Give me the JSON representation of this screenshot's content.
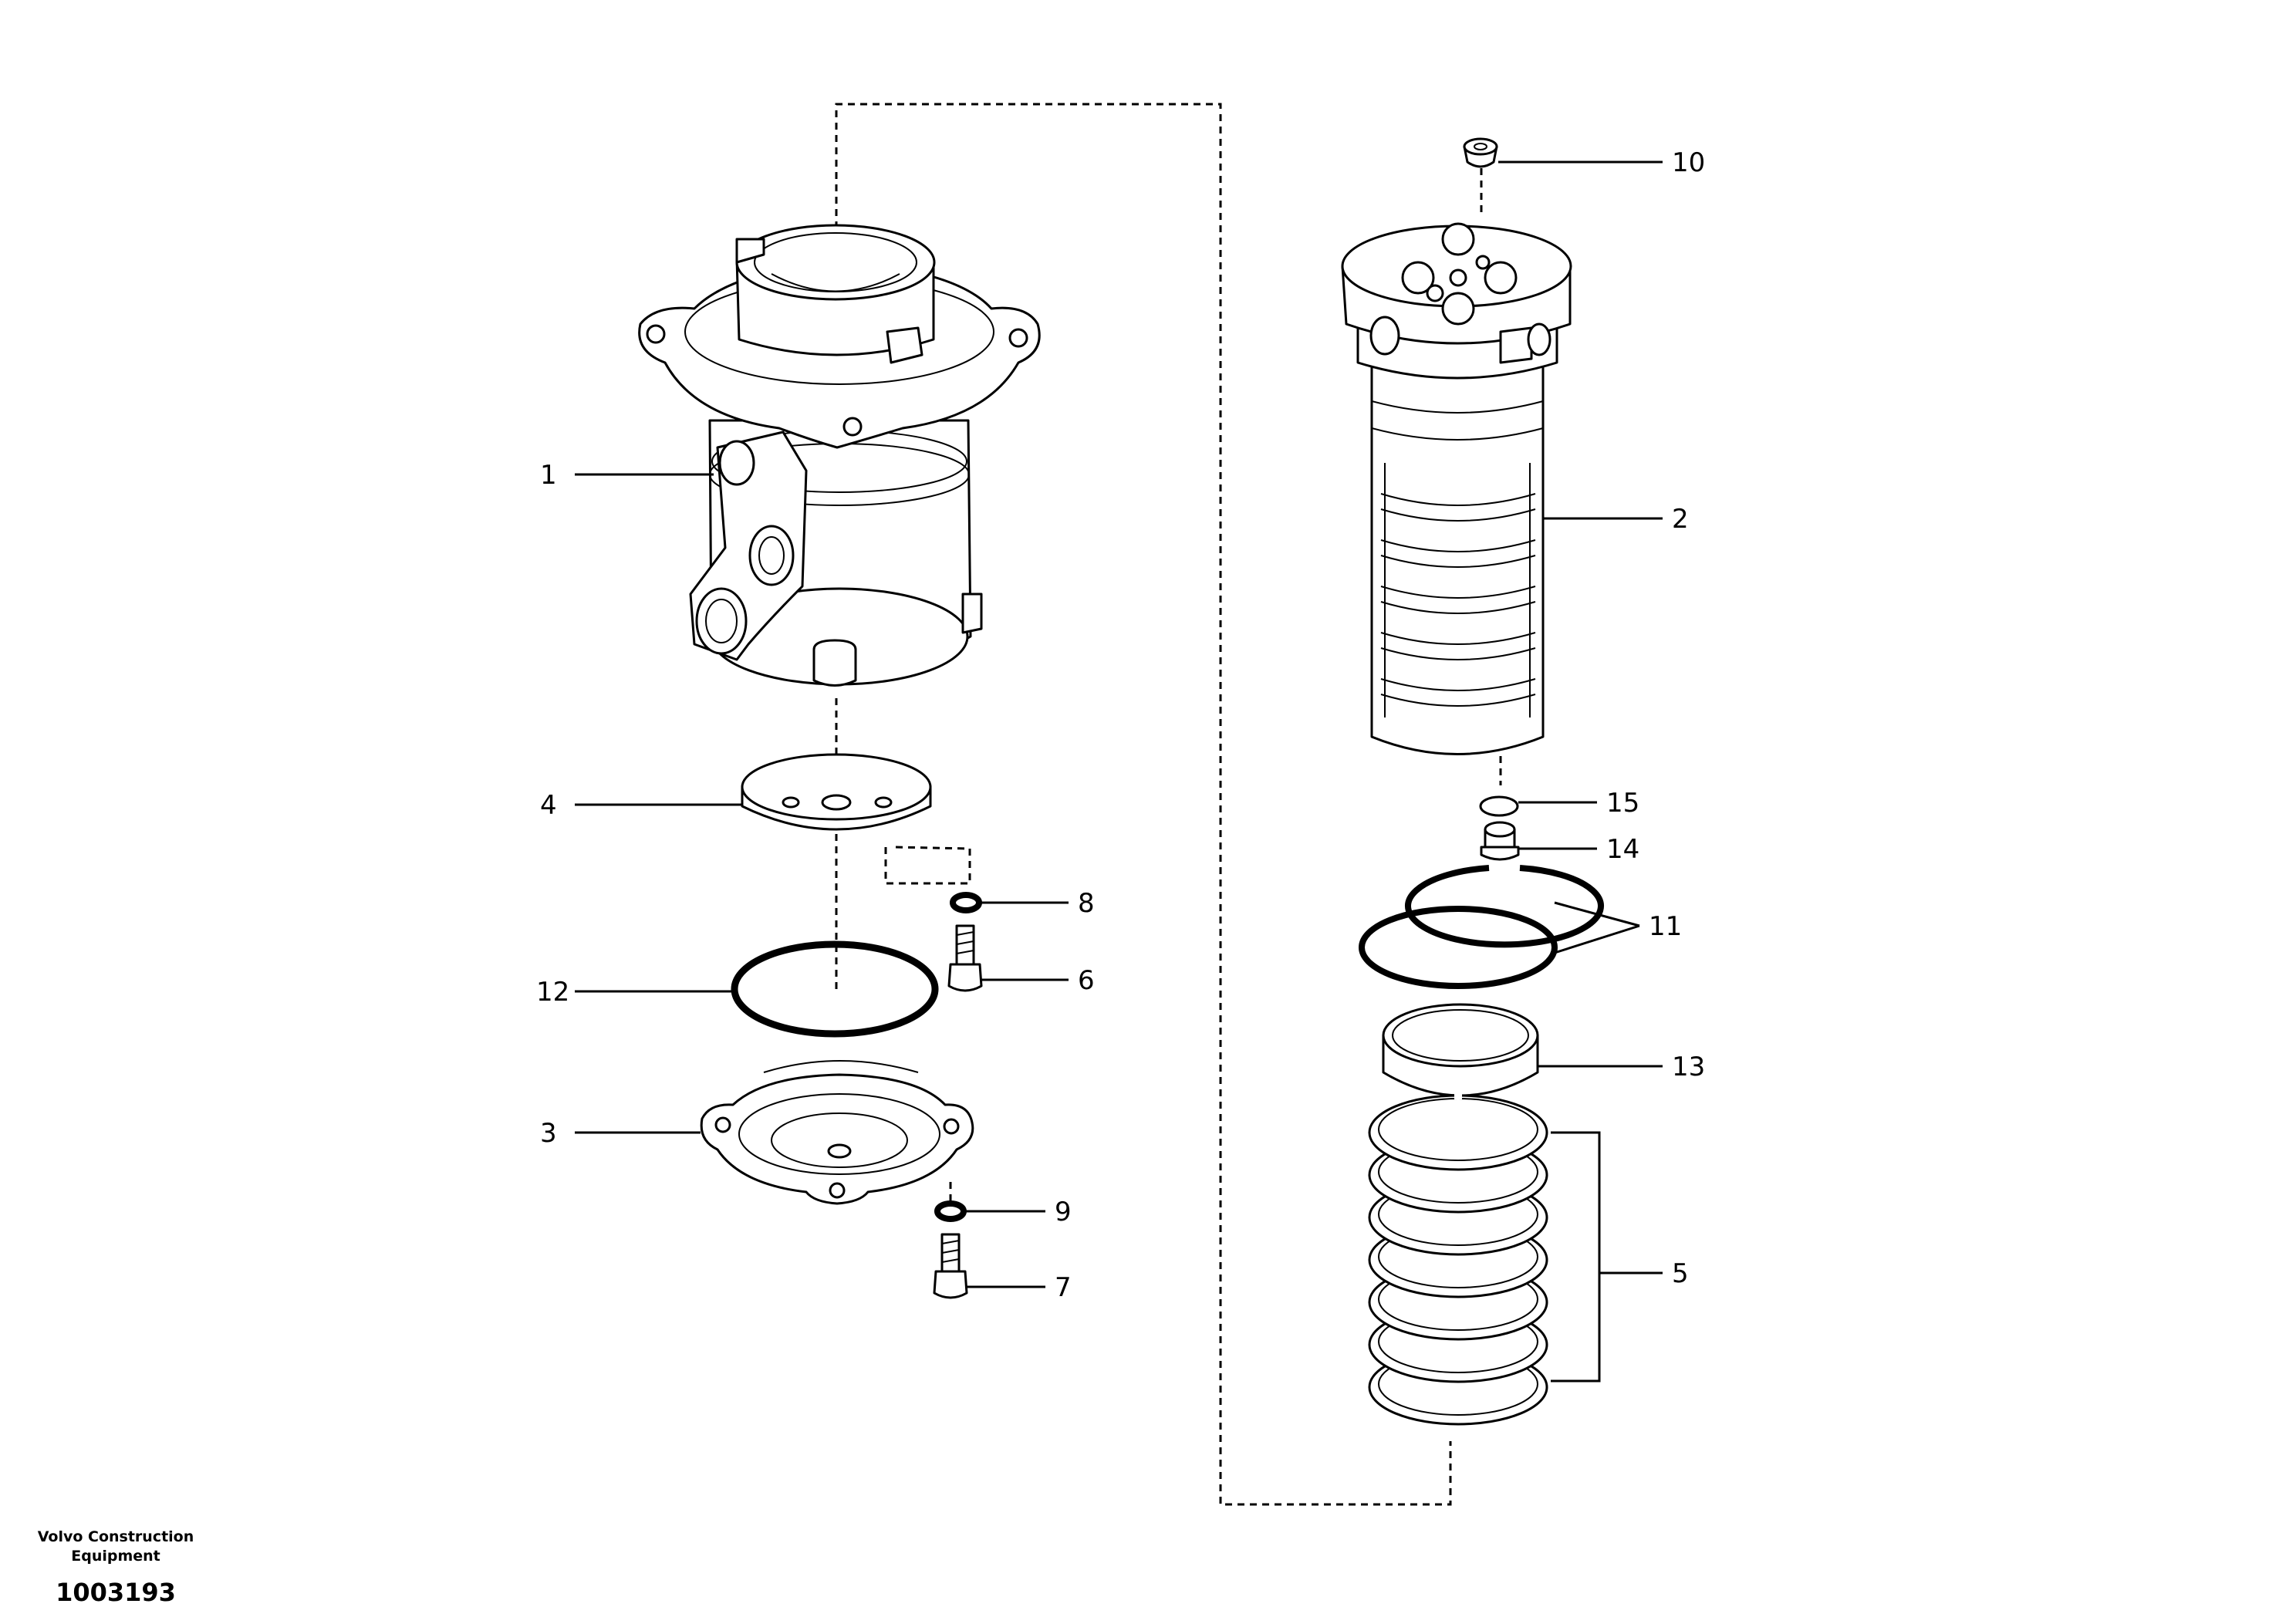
{
  "diagram": {
    "callouts": [
      "1",
      "2",
      "3",
      "4",
      "5",
      "6",
      "7",
      "8",
      "9",
      "10",
      "11",
      "12",
      "13",
      "14",
      "15"
    ],
    "brand_line1": "Volvo Construction",
    "brand_line2": "Equipment",
    "document_number": "1003193"
  }
}
